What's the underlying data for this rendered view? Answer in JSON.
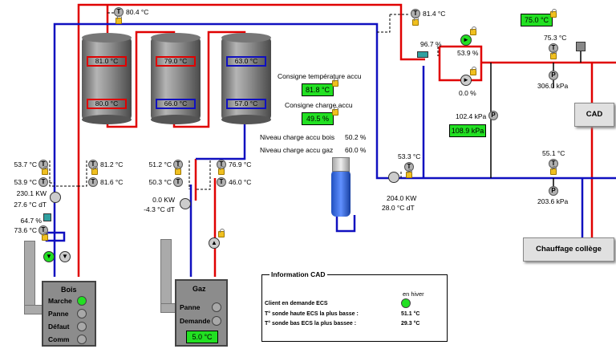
{
  "temps": {
    "top_accu": "80.4 °C",
    "top_right": "81.4 °C",
    "bois_out1": "53.7 °C",
    "bois_in1": "81.2 °C",
    "bois_out2": "53.9 °C",
    "bois_in2": "81.6 °C",
    "bois_power": "230.1 KW",
    "bois_dt": "27.6 °C dT",
    "bois_valve_pct": "64.7 %",
    "bois_return": "73.6 °C",
    "gaz_t1": "51.2 °C",
    "gaz_t2": "76.9 °C",
    "gaz_t3": "50.3 °C",
    "gaz_t4": "46.0 °C",
    "gaz_power": "0.0 KW",
    "gaz_dt": "-4.3 °C dT",
    "hx_temp": "53.3 °C",
    "hx_power": "204.0 KW",
    "hx_dt": "28.0 °C dT",
    "valve_cad_pct": "96.7 %",
    "pump1_pct": "53.9 %",
    "pump2_pct": "0.0 %",
    "cad_setpoint": "75.0 °C",
    "cad_t": "75.3 °C",
    "cad_p1": "306.0 kPa",
    "cad_p2": "102.4 kPa",
    "cad_p2_set": "108.9 kPa",
    "coll_t": "55.1 °C",
    "coll_p": "203.6 kPa"
  },
  "tanks": [
    {
      "top": "81.0 °C",
      "bottom": "80.0 °C"
    },
    {
      "top": "79.0 °C",
      "bottom": "66.0 °C"
    },
    {
      "top": "63.0 °C",
      "bottom": "57.0 °C"
    }
  ],
  "accu": {
    "consigne_temp_label": "Consigne température accu",
    "consigne_temp_value": "81.8 °C",
    "consigne_charge_label": "Consigne charge accu",
    "consigne_charge_value": "49.5 %",
    "niveau_bois_label": "Niveau charge accu bois",
    "niveau_bois_value": "50.2 %",
    "niveau_gaz_label": "Niveau charge accu gaz",
    "niveau_gaz_value": "60.0 %"
  },
  "buttons": {
    "cad": "CAD",
    "chauffage": "Chauffage collège"
  },
  "bois_panel": {
    "title": "Bois",
    "rows": [
      "Marche",
      "Panne",
      "Défaut",
      "Comm"
    ]
  },
  "gaz_panel": {
    "title": "Gaz",
    "rows": [
      "Panne",
      "Demande"
    ],
    "value": "5.0 °C"
  },
  "info_cad": {
    "title": "Information CAD",
    "mode": "en hiver",
    "client_label": "Client en demande ECS",
    "haute_label": "T° sonde haute ECS  la plus basse :",
    "haute_value": "51.1 °C",
    "bas_label": "T° sonde bas ECS  la plus bassee :",
    "bas_value": "29.3 °C"
  },
  "sensor_letters": {
    "t": "T",
    "p": "P"
  },
  "colors": {
    "hot": "#e00000",
    "cold": "#1010c0",
    "green": "#22e022"
  }
}
